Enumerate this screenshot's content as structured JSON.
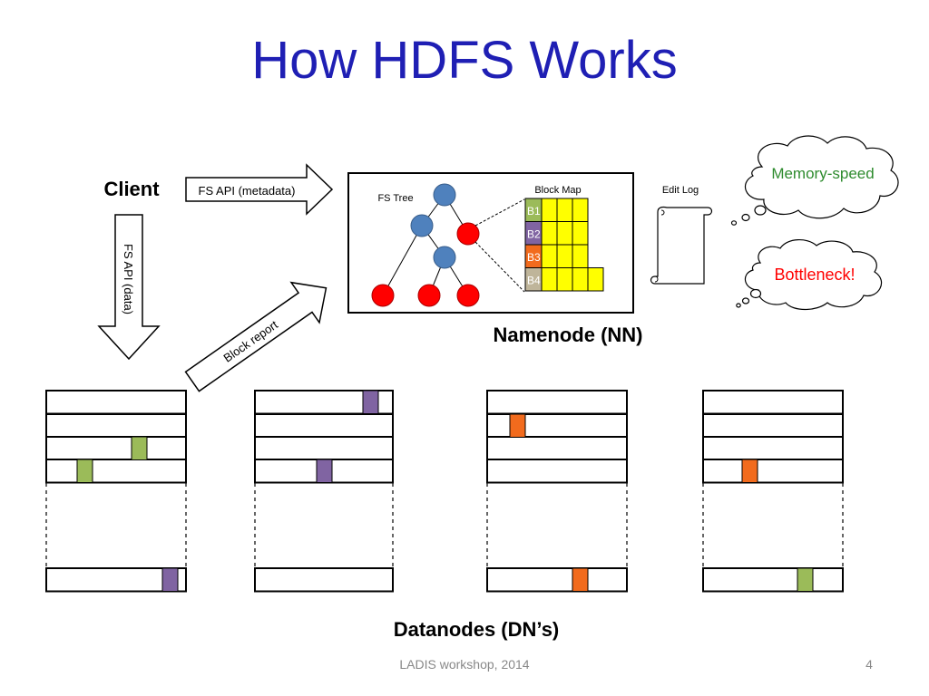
{
  "slide": {
    "title": "How HDFS Works",
    "footer": "LADIS workshop, 2014",
    "page_number": "4"
  },
  "client": {
    "label": "Client",
    "meta_arrow_label": "FS API (metadata)",
    "data_arrow_label": "FS API (data)",
    "block_report_label": "Block report"
  },
  "namenode": {
    "label": "Namenode (NN)",
    "fs_tree_label": "FS Tree",
    "block_map_label": "Block Map",
    "block_rows": [
      {
        "label": "B1",
        "color": "#9bbb59"
      },
      {
        "label": "B2",
        "color": "#8064a2"
      },
      {
        "label": "B3",
        "color": "#f26b1d"
      },
      {
        "label": "B4",
        "color": "#bfb59a"
      }
    ],
    "cell_color": "#ffff00",
    "tree_node_blue": "#4f81bd",
    "tree_node_red": "#ff0000",
    "edit_log_label": "Edit Log"
  },
  "clouds": {
    "memory_speed": {
      "text": "Memory-speed",
      "color": "#2e8b2e"
    },
    "bottleneck": {
      "text": "Bottleneck!",
      "color": "#ff0000"
    }
  },
  "datanodes": {
    "label": "Datanodes (DN’s)",
    "block_colors": {
      "green": "#9bbb59",
      "purple": "#8064a2",
      "orange": "#f26b1d"
    }
  }
}
